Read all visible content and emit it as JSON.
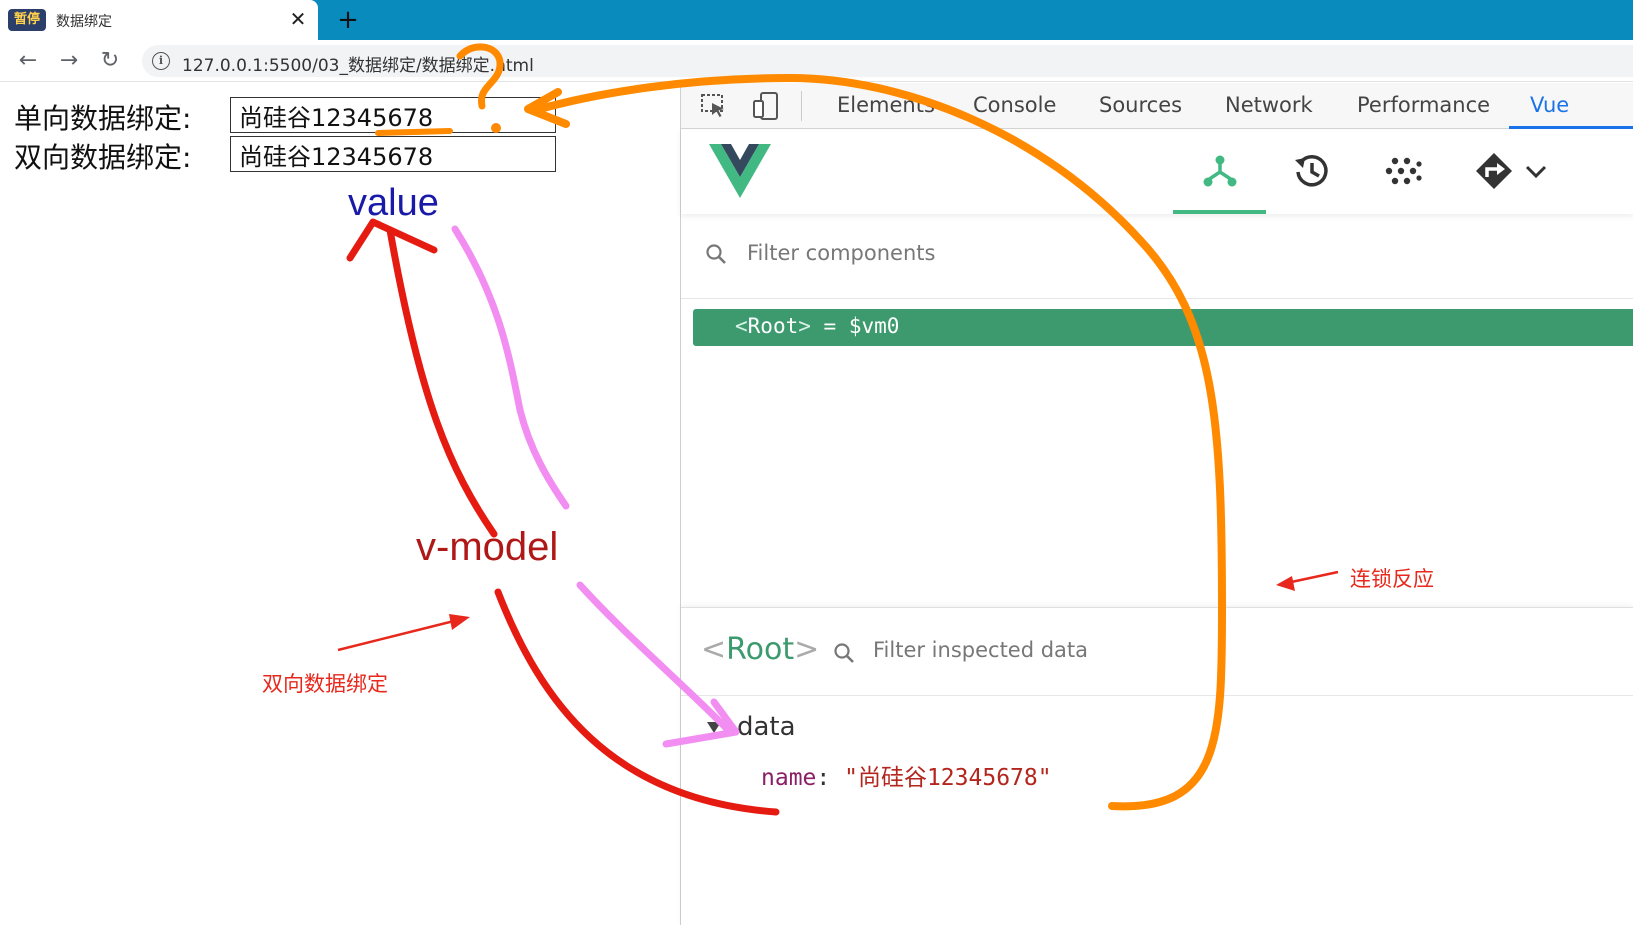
{
  "browser": {
    "tab": {
      "favicon_text": "暂停",
      "title": "数据绑定",
      "close": "✕"
    },
    "new_tab": "+",
    "nav": {
      "back": "←",
      "forward": "→",
      "reload": "↻"
    },
    "url": "127.0.0.1:5500/03_数据绑定/数据绑定.html"
  },
  "page": {
    "one_way": {
      "label": "单向数据绑定:",
      "value": "尚硅谷12345678"
    },
    "two_way": {
      "label": "双向数据绑定:",
      "value": "尚硅谷12345678"
    }
  },
  "devtools": {
    "tabs": [
      {
        "label": "Elements"
      },
      {
        "label": "Console"
      },
      {
        "label": "Sources"
      },
      {
        "label": "Network"
      },
      {
        "label": "Performance"
      },
      {
        "label": "Vue"
      }
    ],
    "active_tab": "Vue",
    "vue": {
      "filter_components_placeholder": "Filter components",
      "root_item": {
        "open": "<",
        "name": "Root",
        "close": ">",
        "suffix": " = $vm0"
      },
      "inspector": {
        "root_open": "<",
        "root_name": "Root",
        "root_close": ">",
        "filter_placeholder": "Filter inspected data",
        "section": "data",
        "item": {
          "key": "name",
          "colon": ":",
          "value": "\"尚硅谷12345678\""
        }
      }
    }
  },
  "annotations": {
    "value": "value",
    "vmodel": "v-model",
    "two_way": "双向数据绑定",
    "chain": "连锁反应",
    "question": "?"
  },
  "colors": {
    "tabbar": "#0a8bbd",
    "vue_green": "#42b983",
    "root_row": "#3d9a6e",
    "active_blue": "#1a73e8",
    "red": "#e8281c",
    "orange": "#ff8a00",
    "pink": "#f28ef2"
  }
}
